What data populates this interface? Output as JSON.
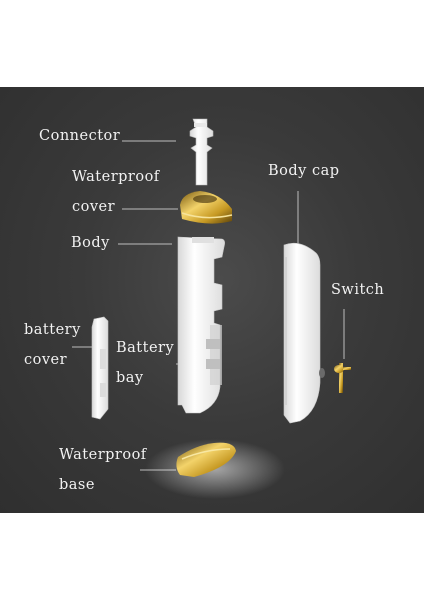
{
  "diagram": {
    "labels": {
      "connector": "Connector",
      "waterproof_cover_1": "Waterproof",
      "waterproof_cover_2": "cover",
      "body": "Body",
      "body_cap": "Body cap",
      "switch": "Switch",
      "battery_cover_1": "battery",
      "battery_cover_2": "cover",
      "battery_bay_1": "Battery",
      "battery_bay_2": "bay",
      "waterproof_base_1": "Waterproof",
      "waterproof_base_2": "base"
    },
    "colors": {
      "background": "#363636",
      "part_white": "#f4f4f4",
      "gold": "#c9a227",
      "leader_line": "#bdbdbd"
    }
  }
}
